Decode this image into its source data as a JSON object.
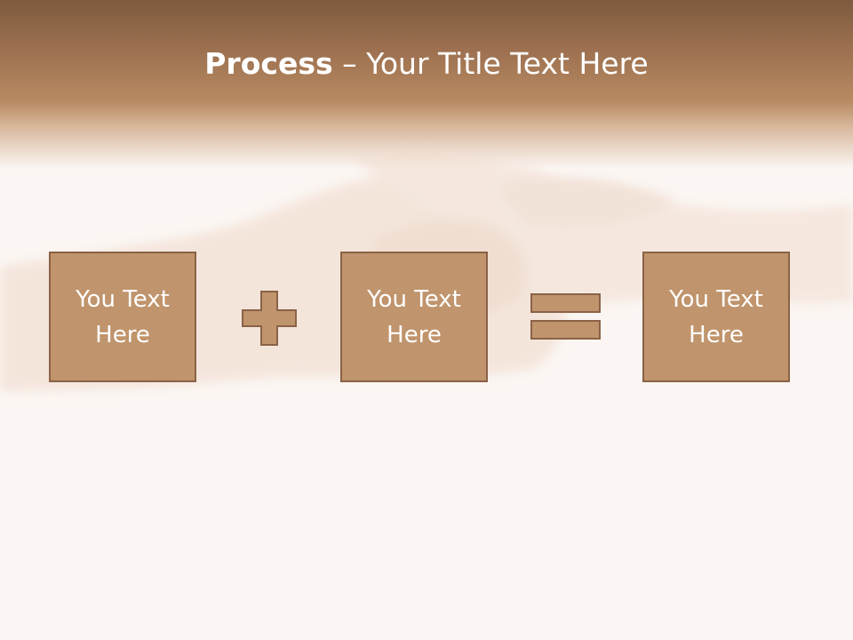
{
  "title": {
    "bold": "Process",
    "rest": " – Your Title Text Here"
  },
  "boxes": [
    {
      "text": "You Text\nHere"
    },
    {
      "text": "You Text\nHere"
    },
    {
      "text": "You Text\nHere"
    }
  ],
  "operators": [
    "plus",
    "equals"
  ],
  "colors": {
    "box_fill": "#c0946c",
    "box_border": "#8a6246",
    "title_band": "#9d7150",
    "background": "#fbf6f3"
  }
}
